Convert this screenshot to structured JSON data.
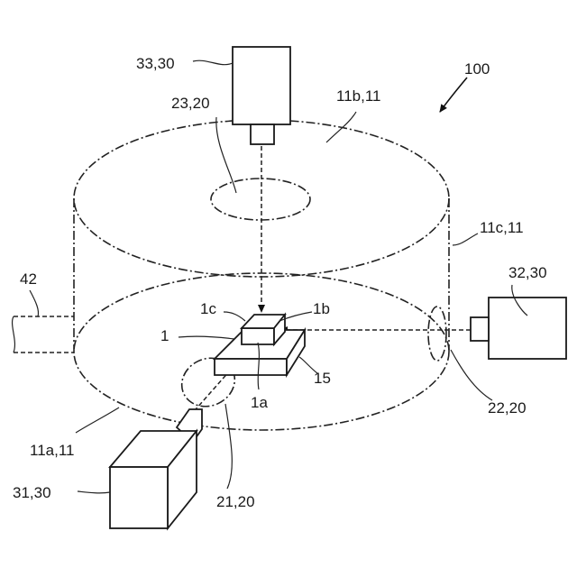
{
  "labels": {
    "system": "100",
    "camera_top": "33,30",
    "camera_side": "32,30",
    "camera_front": "31,30",
    "window_top": "23,20",
    "window_side": "22,20",
    "window_front": "21,20",
    "chamber_top": "11b,11",
    "chamber_wall": "11c,11",
    "chamber_bottom": "11a,11",
    "pipe": "42",
    "sample": "1",
    "face_top": "1c",
    "face_side": "1b",
    "face_front": "1a",
    "stage": "15"
  }
}
